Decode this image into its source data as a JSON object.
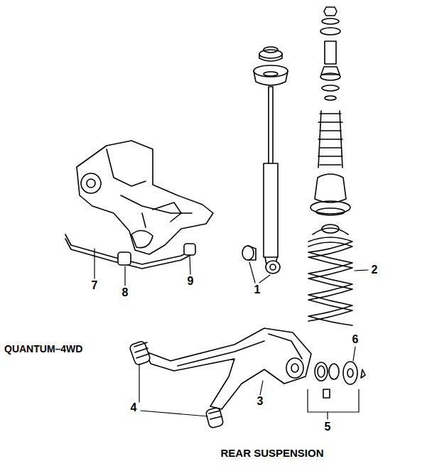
{
  "diagram": {
    "caption": "REAR SUSPENSION",
    "labels": [
      "1",
      "2",
      "3",
      "4",
      "5",
      "6",
      "7",
      "8",
      "9",
      "QUANTUM–4WD"
    ]
  }
}
